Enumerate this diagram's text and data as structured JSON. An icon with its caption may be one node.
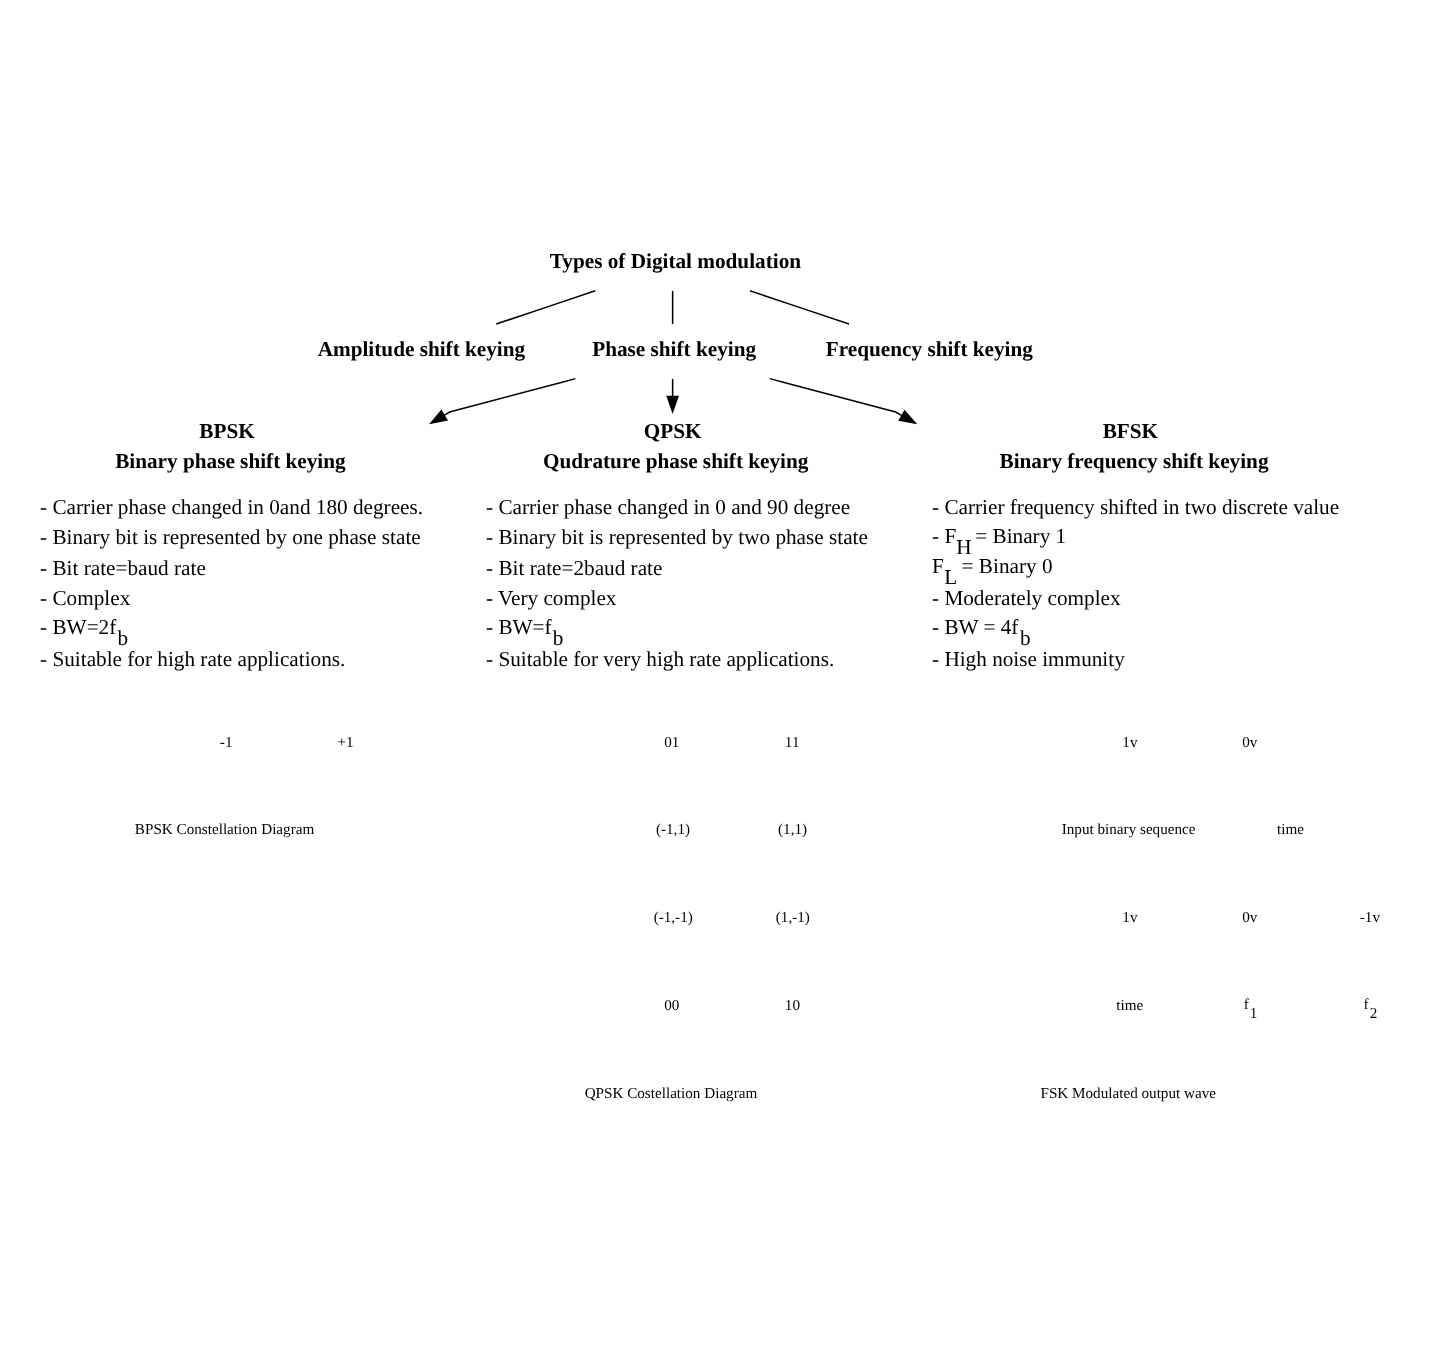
{
  "diagram": {
    "nodes": [
      {
        "text": [
          "Types of Digital modulation"
        ]
      },
      {
        "text": [
          "Amplitude shift keying"
        ]
      },
      {
        "text": [
          "Phase shift keying"
        ]
      },
      {
        "text": [
          "Frequency shift keying"
        ]
      },
      {
        "text": [
          "BPSK",
          "Binary phase shift keying",
          "- Carrier phase changed in 0and 180 degrees.",
          "- Binary bit is represented by one phase state",
          "- Bit rate=baud rate",
          "- Complex",
          "- BW=2f$_{b}$",
          "- Suitable for high rate applications."
        ]
      },
      {
        "text": [
          "QPSK",
          "Qudrature phase shift keying",
          "- Carrier phase changed in 0 and 90 degree",
          "- Binary bit is represented by two phase state",
          "- Bit rate=2baud rate",
          "- Very complex",
          "- BW=f$_{b}$",
          "- Suitable for very high rate applications."
        ]
      },
      {
        "text": [
          "BFSK",
          "Binary frequency shift keying",
          "- Carrier frequency shifted in two discrete value",
          "- F$_{H}$ = Binary 1",
          "F$_{L}$ = Binary 0",
          "- Moderately complex",
          "- BW = 4f$_{b}$",
          "- High noise immunity"
        ]
      }
    ],
    "edges": [
      {
        "from": 0,
        "to": 1,
        "arrow": "none"
      },
      {
        "from": 0,
        "to": 2,
        "arrow": "none"
      },
      {
        "from": 0,
        "to": 3,
        "arrow": "none"
      },
      {
        "from": 2,
        "to": 4,
        "arrow": "to"
      },
      {
        "from": 2,
        "to": 5,
        "arrow": "to"
      },
      {
        "from": 2,
        "to": 6,
        "arrow": "to"
      }
    ],
    "labels": [
      "-1",
      "+1",
      "BPSK Constellation Diagram",
      "01",
      "11",
      "(-1,1)",
      "(1,1)",
      "(-1,-1)",
      "(1,-1)",
      "00",
      "10",
      "QPSK Costellation Diagram",
      "1v",
      "0v",
      "Input binary sequence",
      "time",
      "1v",
      "0v",
      "-1v",
      "time",
      "f$_{1}$",
      "f$_{2}$",
      "FSK Modulated output wave"
    ]
  }
}
